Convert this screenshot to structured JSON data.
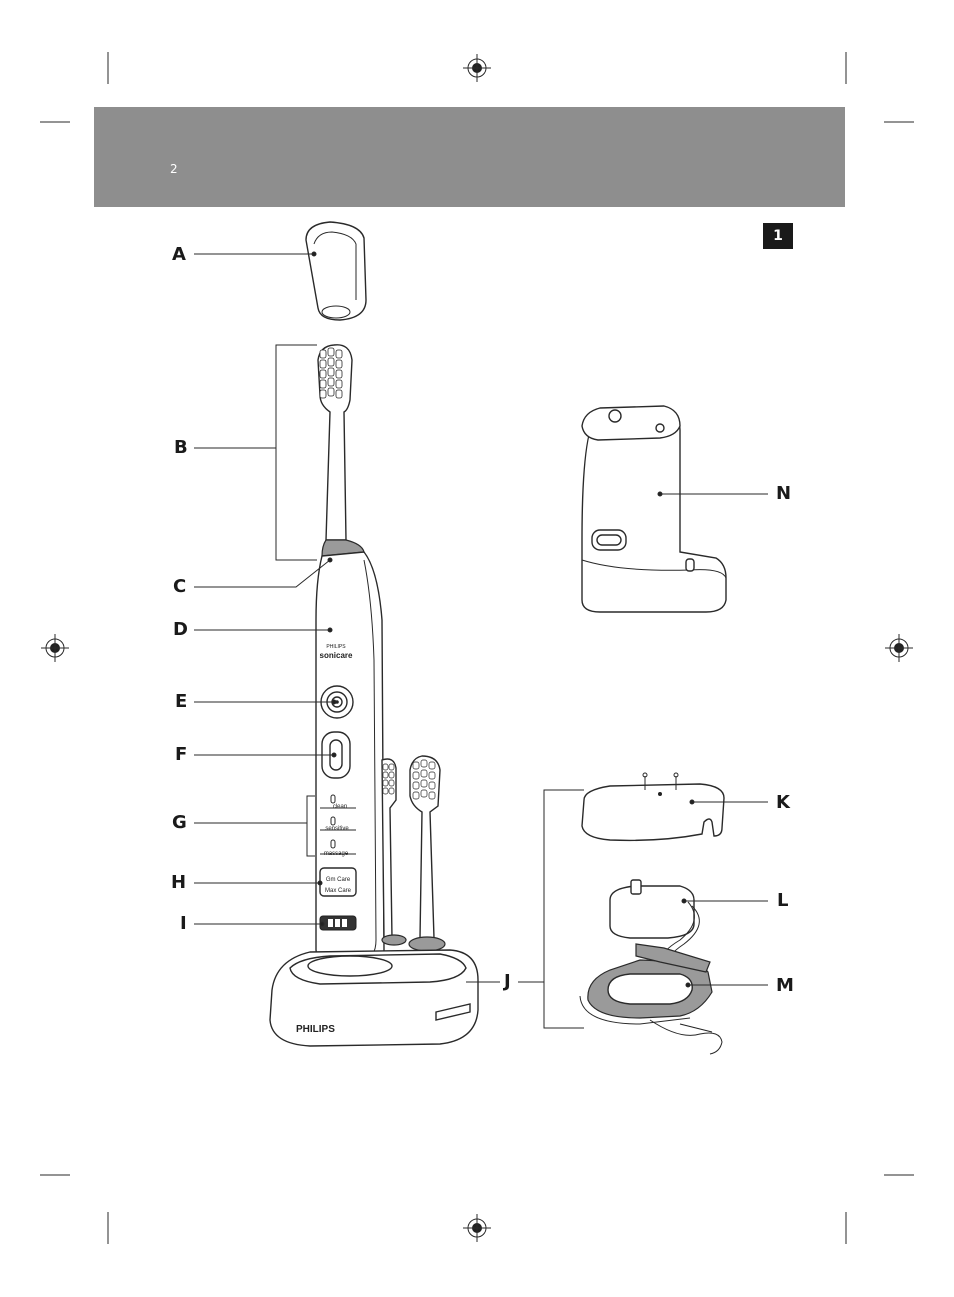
{
  "page_number": "2",
  "figure_number": "1",
  "brand": "PHILIPS",
  "product": "sonicare",
  "handle_labels": {
    "clean": "clean",
    "sensitive": "sensitive",
    "massage": "massage",
    "gum_care": "Gm Care",
    "max_care": "Max Care"
  },
  "callouts": {
    "A": "A",
    "B": "B",
    "C": "C",
    "D": "D",
    "E": "E",
    "F": "F",
    "G": "G",
    "H": "H",
    "I": "I",
    "J": "J",
    "K": "K",
    "L": "L",
    "M": "M",
    "N": "N"
  }
}
